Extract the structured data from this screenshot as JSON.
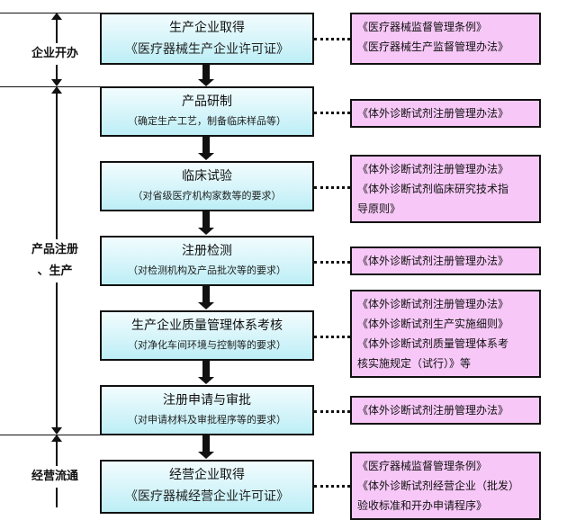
{
  "phases": [
    {
      "label": "企业开办"
    },
    {
      "label_lines": [
        "产品注册",
        "、生产"
      ]
    },
    {
      "label": "经营流通"
    }
  ],
  "steps": [
    {
      "title": "生产企业取得",
      "subtitle": "《医疗器械生产企业许可证》"
    },
    {
      "title": "产品研制",
      "subtitle": "（确定生产工艺，制备临床样品等）"
    },
    {
      "title": "临床试验",
      "subtitle": "（对省级医疗机构家数等的要求）"
    },
    {
      "title": "注册检测",
      "subtitle": "（对检测机构及产品批次等的要求）"
    },
    {
      "title": "生产企业质量管理体系考核",
      "subtitle": "（对净化车间环境与控制等的要求）"
    },
    {
      "title": "注册申请与审批",
      "subtitle": "（对申请材料及审批程序等的要求）"
    },
    {
      "title": "经营企业取得",
      "subtitle": "《医疗器械经营企业许可证》"
    }
  ],
  "regulations": [
    [
      "《医疗器械监督管理条例》",
      "《医疗器械生产监督管理办法》"
    ],
    [
      "《体外诊断试剂注册管理办法》"
    ],
    [
      "《体外诊断试剂注册管理办法》",
      "《体外诊断试剂临床研究技术指",
      "导原则》"
    ],
    [
      "《体外诊断试剂注册管理办法》"
    ],
    [
      "《体外诊断试剂注册管理办法》",
      "《体外诊断试剂生产实施细则》",
      "《体外诊断试剂质量管理体系考",
      "核实施规定（试行）》等"
    ],
    [
      "《体外诊断试剂注册管理办法》"
    ],
    [
      "《医疗器械监督管理条例》",
      "《体外诊断试剂经营企业（批发）",
      "验收标准和开办申请程序》"
    ]
  ],
  "colors": {
    "step_fill": "#bdeef6",
    "regulation_fill": "#f7c8f7",
    "line": "#111111"
  }
}
